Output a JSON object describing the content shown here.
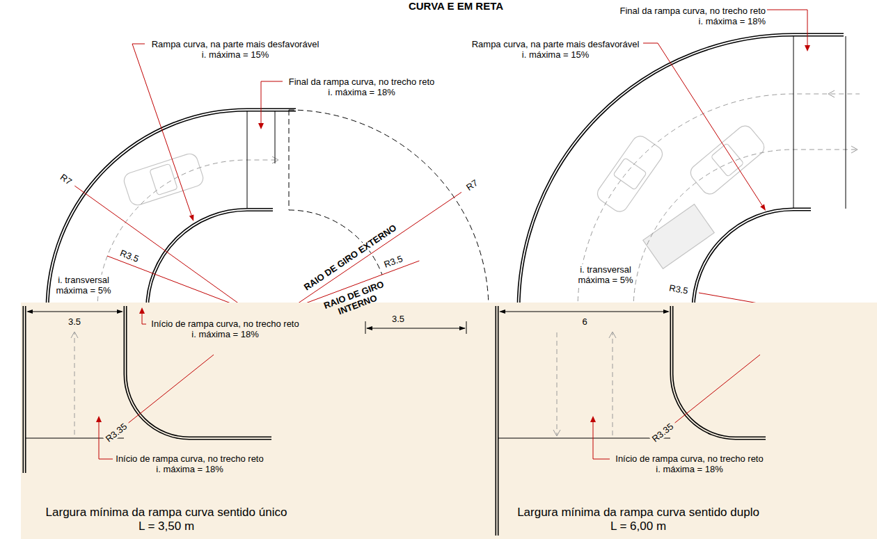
{
  "diagram": {
    "title": "CURVA E EM RETA",
    "labels": [
      "Rampa curva, na parte mais desfavorável i. máxima = 15%",
      "Final da rampa curva, no trecho reto i. máxima = 18%",
      "R7",
      "R7",
      "RAIO DE GIRO EXTERNO",
      "R3.5",
      "R3.5",
      "i. transversal máxima = 5%",
      "RAIO DE GIRO INTERNO",
      "3.5",
      "3.5",
      "Início de rampa curva, no trecho reto i. máxima = 18%",
      "R3.35",
      "Início de rampa curva, no trecho reto i. máxima = 18%",
      "Largura mínima da rampa curva sentido único L = 3,50 m",
      "Final da rampa curva, no trecho reto i. máxima = 18%",
      "Rampa curva, na parte mais desfavorável i. máxima = 15%",
      "i. transversal máxima = 5%",
      "R3.5",
      "6",
      "R3.35",
      "Início de rampa curva, no trecho reto i. máxima = 18%",
      "Largura mínima da rampa curva sentido duplo L = 6,00 m"
    ]
  }
}
